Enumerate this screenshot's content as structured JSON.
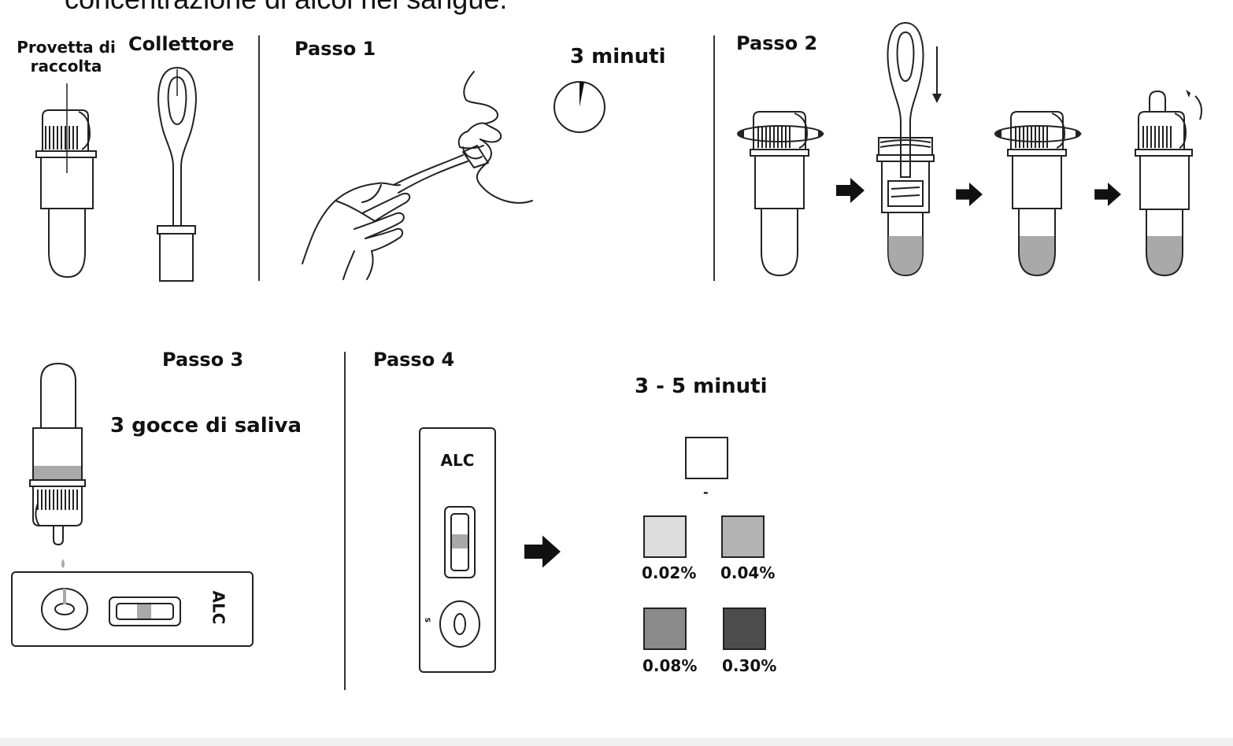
{
  "header": {
    "text": "concentrazione di alcol nel sangue."
  },
  "labels": {
    "tube": [
      "Provetta di",
      "raccolta"
    ],
    "collector": "Collettore",
    "step1": "Passo 1",
    "step1_time": "3 minuti",
    "step2": "Passo 2",
    "step3": "Passo 3",
    "step3_drops": "3 gocce di saliva",
    "step4": "Passo 4",
    "step4_time": "3 - 5 minuti",
    "cassette_h": "ALC",
    "cassette_v": "ALC",
    "cassette_s": "S",
    "negative_mark": "-"
  },
  "legend": [
    {
      "label": "0.02%",
      "color": "#dcdcdc"
    },
    {
      "label": "0.04%",
      "color": "#b3b3b3"
    },
    {
      "label": "0.08%",
      "color": "#8a8a8a"
    },
    {
      "label": "0.30%",
      "color": "#4d4d4d"
    }
  ],
  "legend_negative_color": "#ffffff",
  "colors": {
    "liquid": "#a9a9a9",
    "line": "#222222"
  }
}
